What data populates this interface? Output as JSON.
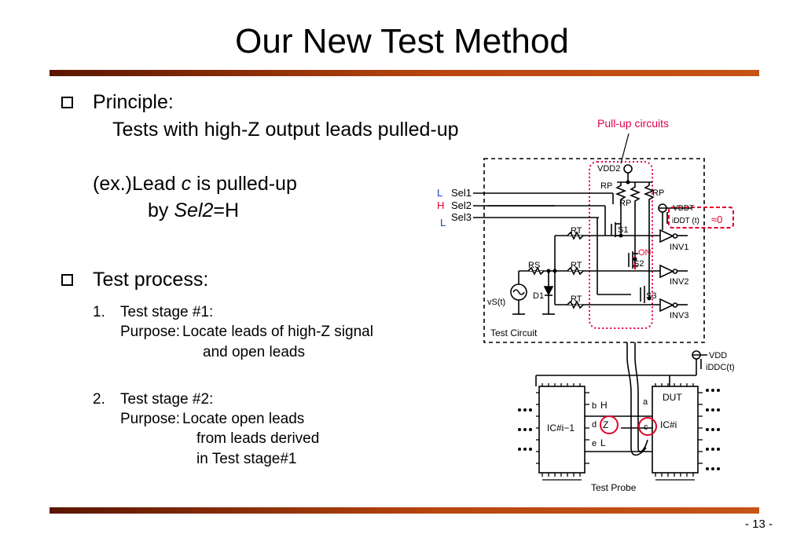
{
  "slide": {
    "title": "Our New Test Method",
    "page_number": "- 13 -"
  },
  "principle": {
    "heading": "Principle:",
    "line1": "Tests with high-Z output leads pulled-up",
    "ex_prefix": "(ex.)Lead ",
    "ex_lead": "c",
    "ex_suffix": " is pulled-up",
    "by_prefix": "by ",
    "by_sel": "Sel2",
    "by_suffix": "=H"
  },
  "process": {
    "heading": "Test process:",
    "stage1": {
      "num": "1.",
      "title": "Test stage #1:",
      "purpose_label": "Purpose:",
      "purpose_line1": "Locate leads of high-Z signal",
      "purpose_line2": "and open leads"
    },
    "stage2": {
      "num": "2.",
      "title": "Test stage #2:",
      "purpose_label": "Purpose:",
      "purpose_line1": "Locate open leads",
      "purpose_line2": "from leads derived",
      "purpose_line3": "in Test stage#1"
    }
  },
  "diagram": {
    "pullup_label": "Pull-up circuits",
    "sel_levels": [
      "L",
      "H",
      "L"
    ],
    "sel_labels": [
      "Sel1",
      "Sel2",
      "Sel3"
    ],
    "vdd2": "VDD2",
    "vddt": "VDDT",
    "iddt": "iDDT (t)",
    "approx_zero": "≈0",
    "rp": "RP",
    "rt": "RT",
    "rs": "RS",
    "s1": "S1",
    "s2": "S2",
    "s3": "S3",
    "on": "ON",
    "inv1": "INV1",
    "inv2": "INV2",
    "inv3": "INV3",
    "d1": "D1",
    "vs": "vS(t)",
    "test_circuit": "Test Circuit",
    "vdd": "VDD",
    "iddc": "iDDC(t)",
    "dut": "DUT",
    "ic_prev": "IC#i−1",
    "ic_cur": "IC#i",
    "lead_b": "b",
    "lead_d": "d",
    "lead_e": "e",
    "lead_a": "a",
    "lead_c": "c",
    "val_h": "H",
    "val_z": "Z",
    "val_l": "L",
    "test_probe": "Test Probe",
    "colors": {
      "red": "#e0002a",
      "blue": "#1a3cc8",
      "pink": "#e0004a"
    }
  }
}
